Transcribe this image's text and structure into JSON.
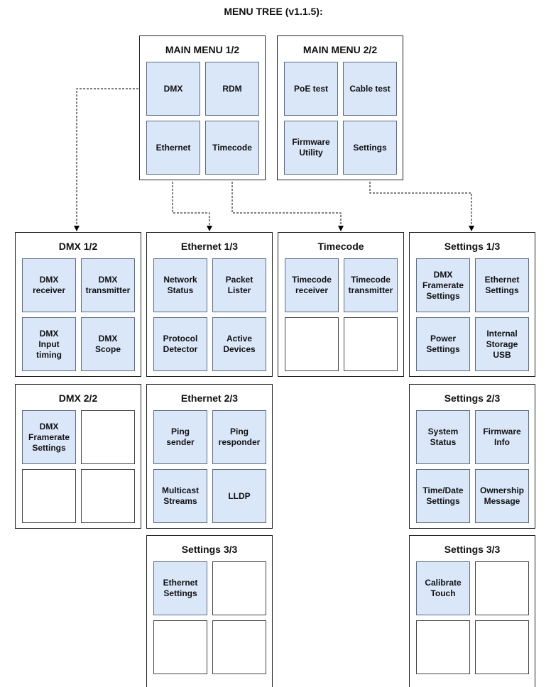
{
  "title": "MENU TREE (v1.1.5):",
  "panels": [
    {
      "id": "main-menu-1",
      "title": "MAIN MENU 1/2",
      "tiles": [
        "DMX",
        "RDM",
        "Ethernet",
        "Timecode"
      ]
    },
    {
      "id": "main-menu-2",
      "title": "MAIN MENU 2/2",
      "tiles": [
        "PoE test",
        "Cable test",
        "Firmware\nUtility",
        "Settings"
      ]
    },
    {
      "id": "dmx-1",
      "title": "DMX 1/2",
      "tiles": [
        "DMX\nreceiver",
        "DMX\ntransmitter",
        "DMX\nInput\ntiming",
        "DMX\nScope"
      ]
    },
    {
      "id": "ethernet-1",
      "title": "Ethernet 1/3",
      "tiles": [
        "Network\nStatus",
        "Packet\nLister",
        "Protocol\nDetector",
        "Active\nDevices"
      ]
    },
    {
      "id": "timecode",
      "title": "Timecode",
      "tiles": [
        "Timecode\nreceiver",
        "Timecode\ntransmitter",
        "",
        ""
      ]
    },
    {
      "id": "settings-1",
      "title": "Settings 1/3",
      "tiles": [
        "DMX\nFramerate\nSettings",
        "Ethernet\nSettings",
        "Power\nSettings",
        "Internal\nStorage\nUSB"
      ]
    },
    {
      "id": "dmx-2",
      "title": "DMX 2/2",
      "tiles": [
        "DMX\nFramerate\nSettings",
        "",
        "",
        ""
      ]
    },
    {
      "id": "ethernet-2",
      "title": "Ethernet 2/3",
      "tiles": [
        "Ping\nsender",
        "Ping\nresponder",
        "Multicast\nStreams",
        "LLDP"
      ]
    },
    {
      "id": "settings-2",
      "title": "Settings 2/3",
      "tiles": [
        "System\nStatus",
        "Firmware\nInfo",
        "Time/Date\nSettings",
        "Ownership\nMessage"
      ]
    },
    {
      "id": "ethernet-3",
      "title": "Settings 3/3",
      "tiles": [
        "Ethernet\nSettings",
        "",
        "",
        ""
      ]
    },
    {
      "id": "settings-3",
      "title": "Settings 3/3",
      "tiles": [
        "Calibrate\nTouch",
        "",
        "",
        ""
      ]
    }
  ]
}
